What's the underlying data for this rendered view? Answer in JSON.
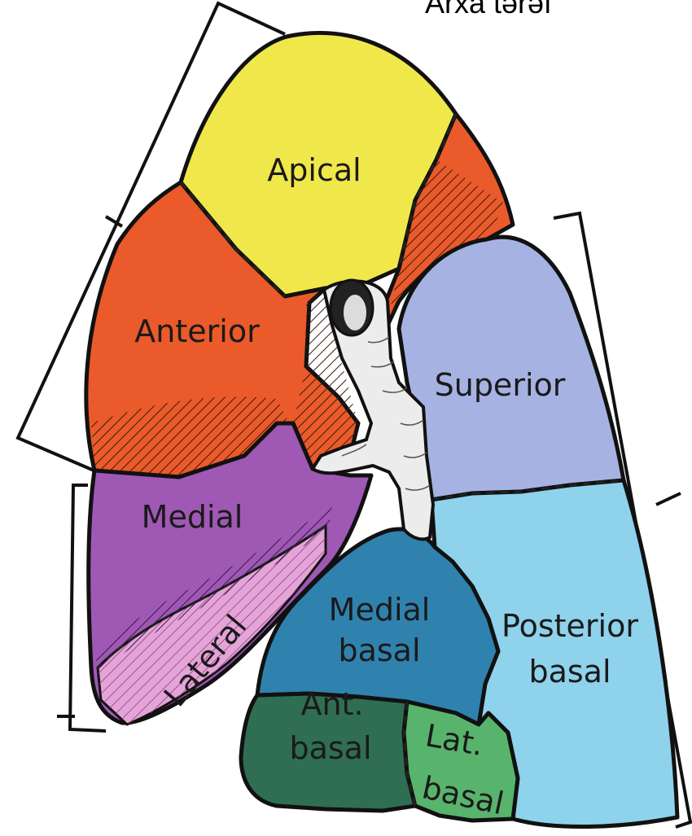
{
  "title": "Arxa tərəf",
  "colors": {
    "apical": "#f0e84a",
    "anterior": "#ea5a2a",
    "medial": "#9f58b4",
    "lateral": "#e4a4d8",
    "superior": "#a6b2e2",
    "posterior_basal": "#8fd2ec",
    "medial_basal": "#2f82ae",
    "ant_basal": "#2f6e52",
    "lat_basal": "#58b46c",
    "bronchus": "#ececec"
  },
  "labels": {
    "apical": "Apical",
    "anterior": "Anterior",
    "superior": "Superior",
    "medial": "Medial",
    "lateral": "Lateral",
    "medial_basal": [
      "Medial",
      "basal"
    ],
    "posterior_basal": [
      "Posterior",
      "basal"
    ],
    "ant_basal": [
      "Ant.",
      "basal"
    ],
    "lat_basal": [
      "Lat.",
      "basal"
    ]
  }
}
